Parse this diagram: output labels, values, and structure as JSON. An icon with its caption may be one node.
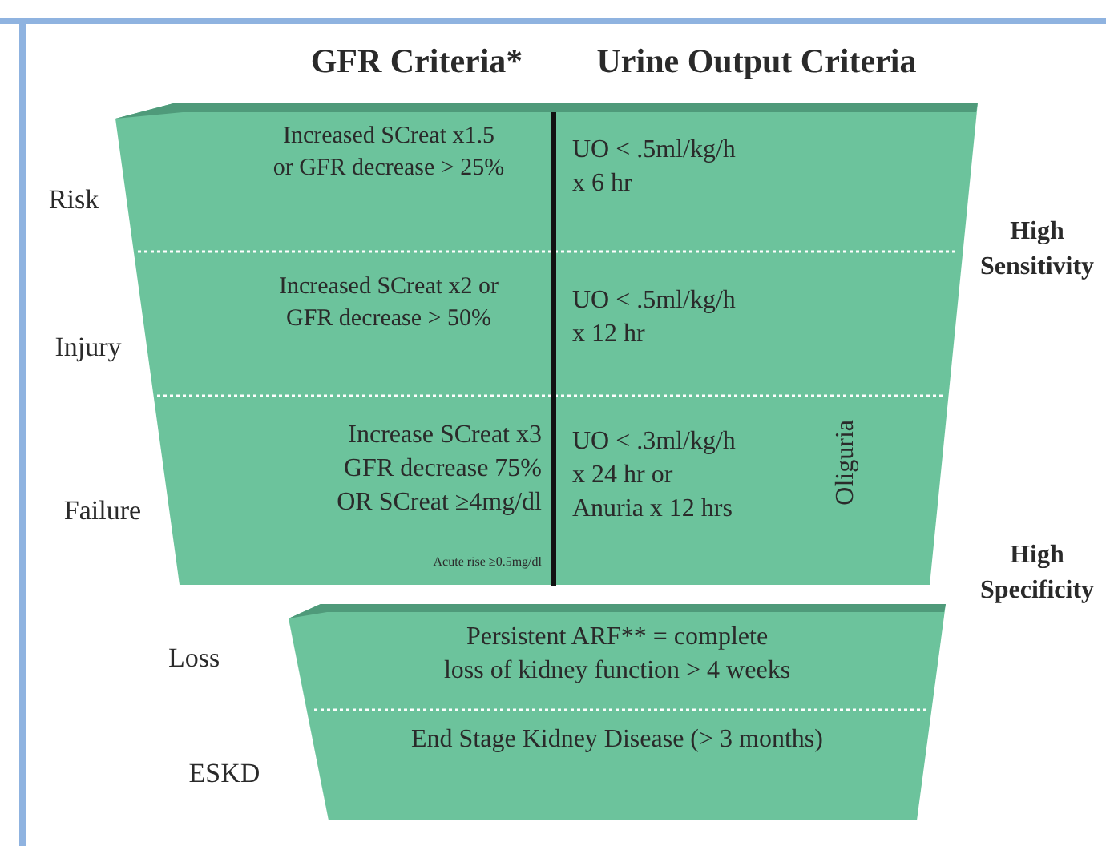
{
  "diagram": {
    "nodes": [
      {
        "text": [
          "Increased SCreat x1.5 or GFR decrease > 25%",
          "UO < .5ml/kg/h x 6 hr"
        ]
      },
      {
        "text": [
          "Increased SCreat x2 or GFR decrease > 50%",
          "UO < .5ml/kg/h x 12 hr"
        ]
      },
      {
        "text": [
          "Increase SCreat x3 GFR decrease 75% OR SCreat ≥4mg/dl",
          "Acute rise ≥0.5mg/dl",
          "UO < .3ml/kg/h x 24 hr or Anuria x 12 hrs",
          "Oliguria"
        ]
      },
      {
        "text": [
          "Persistent ARF** = complete loss of kidney function > 4 weeks"
        ]
      },
      {
        "text": [
          "End Stage Kidney Disease (> 3 months)"
        ]
      }
    ],
    "labels": [
      "GFR Criteria*",
      "Urine Output Criteria",
      "Risk",
      "High Sensitivity",
      "Injury",
      "Failure",
      "High Specificity",
      "Loss",
      "ESKD"
    ]
  }
}
